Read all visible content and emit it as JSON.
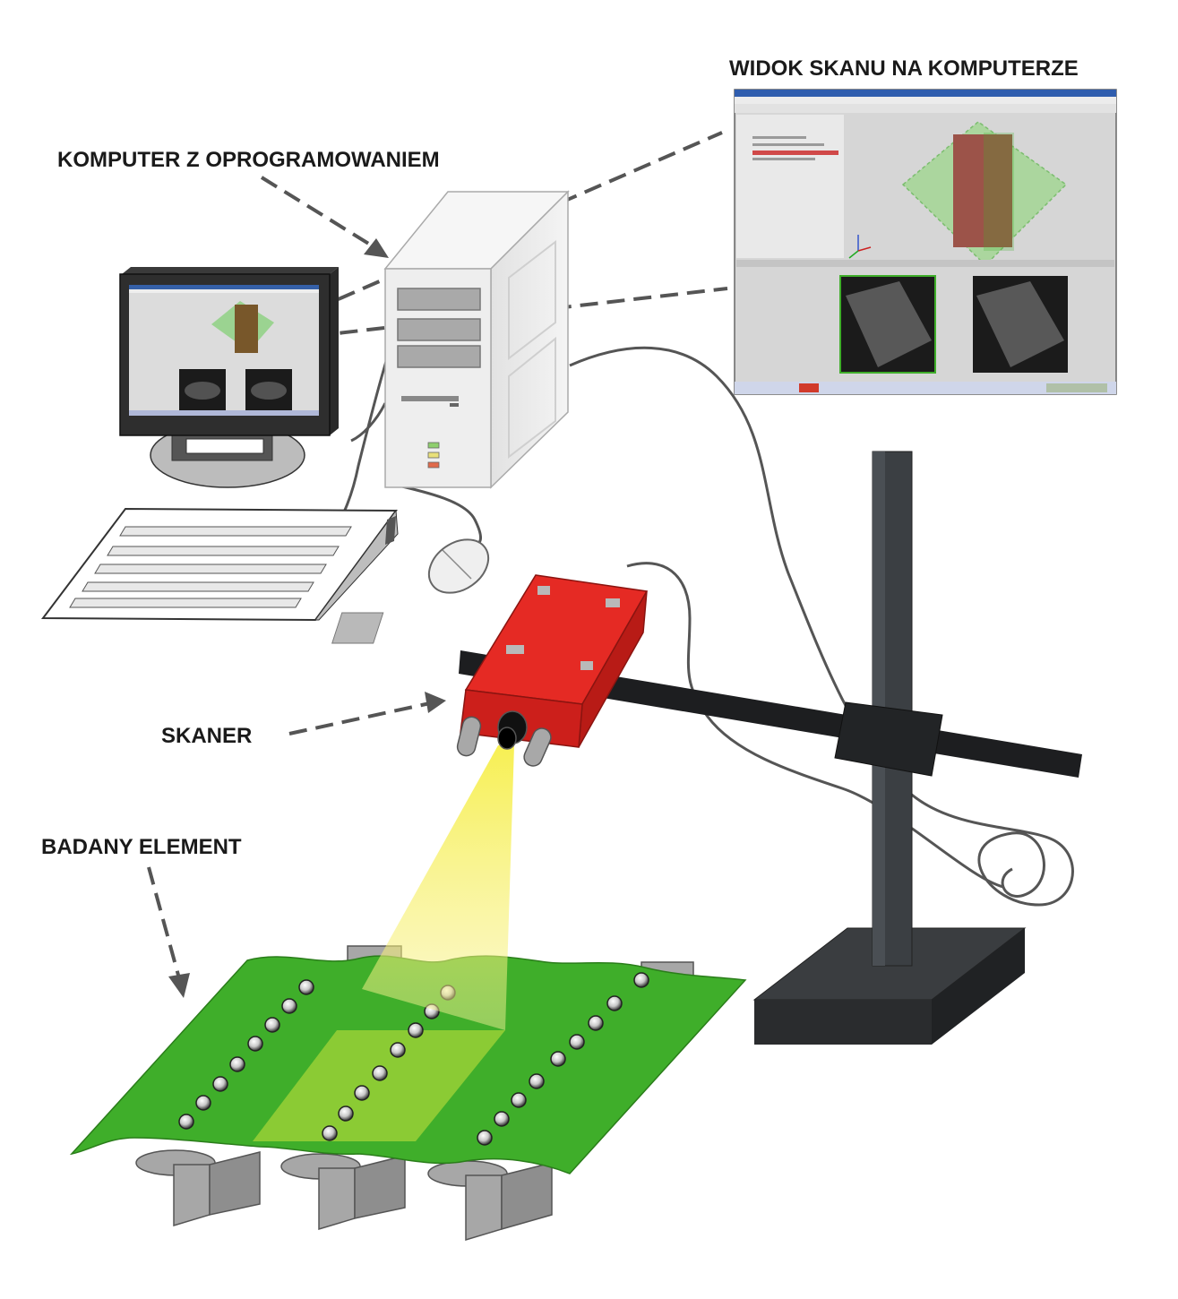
{
  "labels": {
    "scan_view": "WIDOK SKANU NA KOMPUTERZE",
    "computer": "KOMPUTER Z OPROGRAMOWANIEM",
    "scanner": "SKANER",
    "element": "BADANY ELEMENT"
  },
  "colors": {
    "scanner_body": "#e0231f",
    "board": "#3fae2a",
    "beam": "#f2ea3a",
    "stand": "#2c2f31",
    "case": "#eeeeee",
    "arrow": "#555555"
  },
  "icons": {
    "computer": "desktop-tower-icon",
    "monitor": "monitor-icon",
    "keyboard": "keyboard-icon",
    "mouse": "mouse-icon",
    "scanner": "3d-scanner-icon",
    "stand": "tripod-stand-icon"
  }
}
